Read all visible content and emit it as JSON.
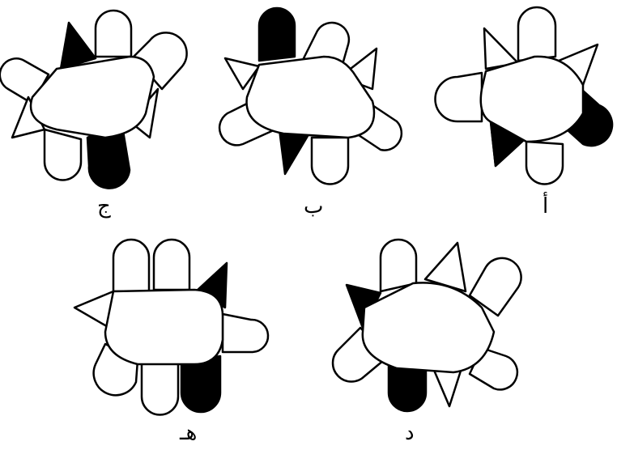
{
  "figures": [
    {
      "id": "alif",
      "label": "أ"
    },
    {
      "id": "ba",
      "label": "ب"
    },
    {
      "id": "jim",
      "label": "ج"
    },
    {
      "id": "dal",
      "label": "د"
    },
    {
      "id": "ha",
      "label": "هـ"
    }
  ],
  "colors": {
    "line": "#000000",
    "fill": "#ffffff",
    "shaded": "#000000"
  }
}
